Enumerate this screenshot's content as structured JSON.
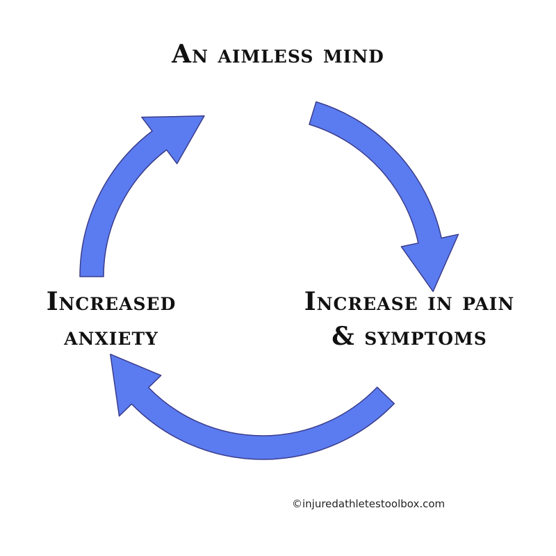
{
  "diagram": {
    "nodes": [
      {
        "id": "top",
        "lines": [
          "An aimless mind"
        ]
      },
      {
        "id": "right",
        "lines": [
          "Increase in pain",
          "& symptoms"
        ]
      },
      {
        "id": "left",
        "lines": [
          "Increased",
          "anxiety"
        ]
      }
    ],
    "cycle_order": [
      "top",
      "right",
      "left"
    ],
    "arrow_color": "#5b7cf0"
  },
  "footer": {
    "copyright": "©injuredathletestoolbox.com"
  }
}
